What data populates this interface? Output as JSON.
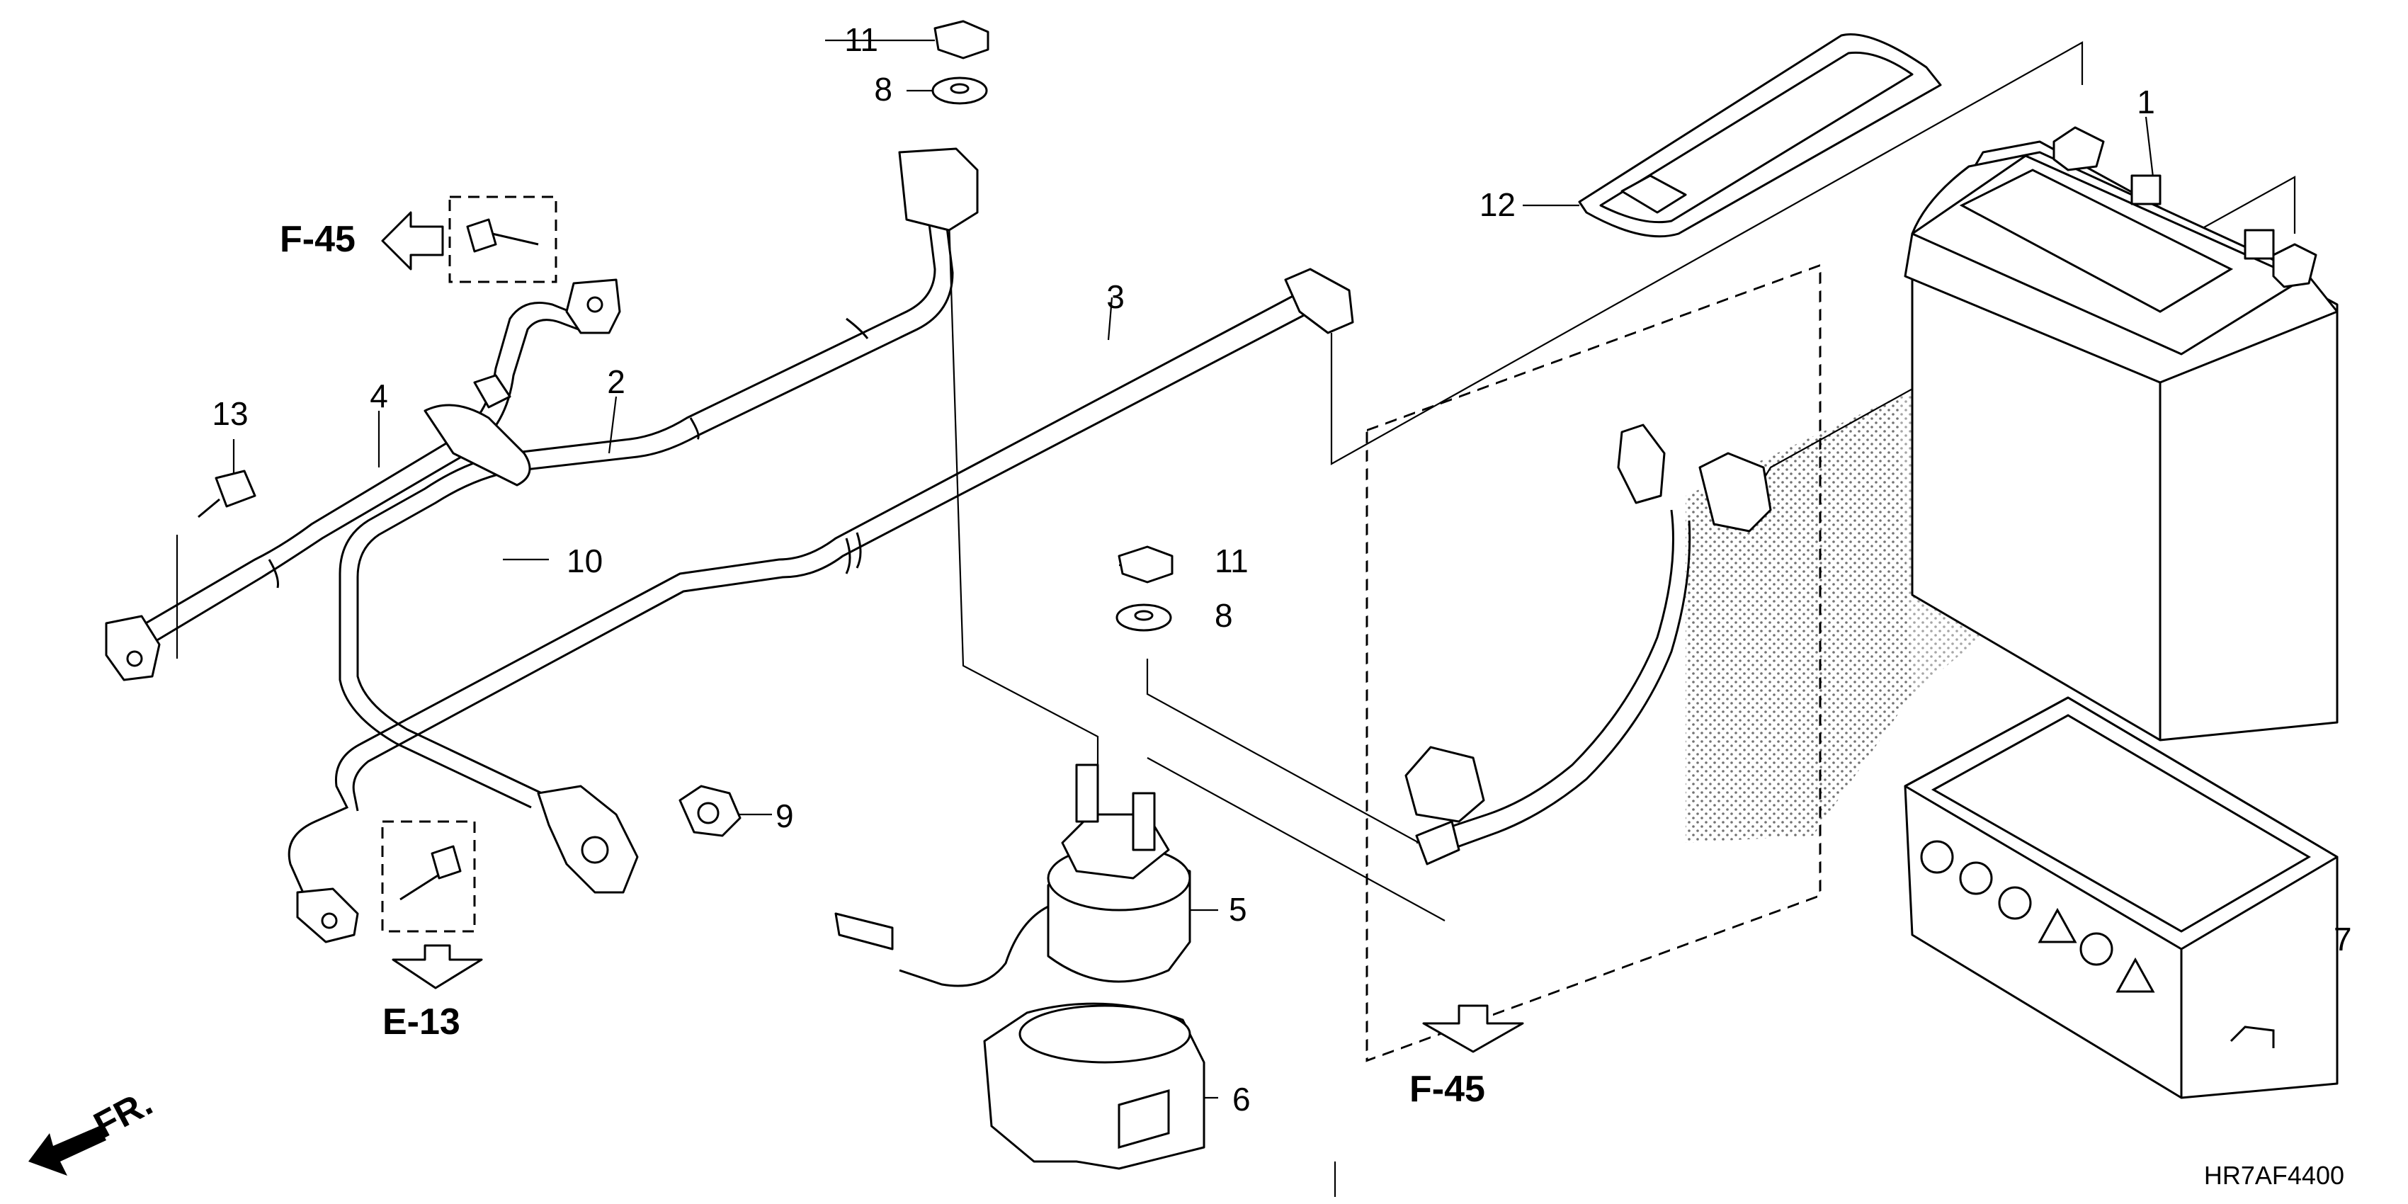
{
  "diagram_code": "HR7AF4400",
  "front_indicator": "FR.",
  "references": {
    "f45_top": "F-45",
    "f45_bottom": "F-45",
    "e13": "E-13"
  },
  "parts": [
    {
      "number": "1",
      "desc": "battery"
    },
    {
      "number": "2",
      "desc": "starter-cable"
    },
    {
      "number": "3",
      "desc": "battery-cable"
    },
    {
      "number": "4",
      "desc": "ground-cable"
    },
    {
      "number": "5",
      "desc": "starter-relay"
    },
    {
      "number": "6",
      "desc": "relay-rubber-mount"
    },
    {
      "number": "7",
      "desc": "battery-box"
    },
    {
      "number": "8",
      "desc": "washer"
    },
    {
      "number": "9",
      "desc": "nut"
    },
    {
      "number": "10",
      "desc": "band"
    },
    {
      "number": "11",
      "desc": "nut"
    },
    {
      "number": "12",
      "desc": "battery-band"
    },
    {
      "number": "13",
      "desc": "bolt"
    }
  ],
  "callouts": {
    "c1": "1",
    "c2": "2",
    "c3": "3",
    "c4": "4",
    "c5": "5",
    "c6": "6",
    "c7": "7",
    "c8_top": "8",
    "c8_mid": "8",
    "c9": "9",
    "c10": "10",
    "c11_top": "11",
    "c11_mid": "11",
    "c12": "12",
    "c13": "13"
  }
}
